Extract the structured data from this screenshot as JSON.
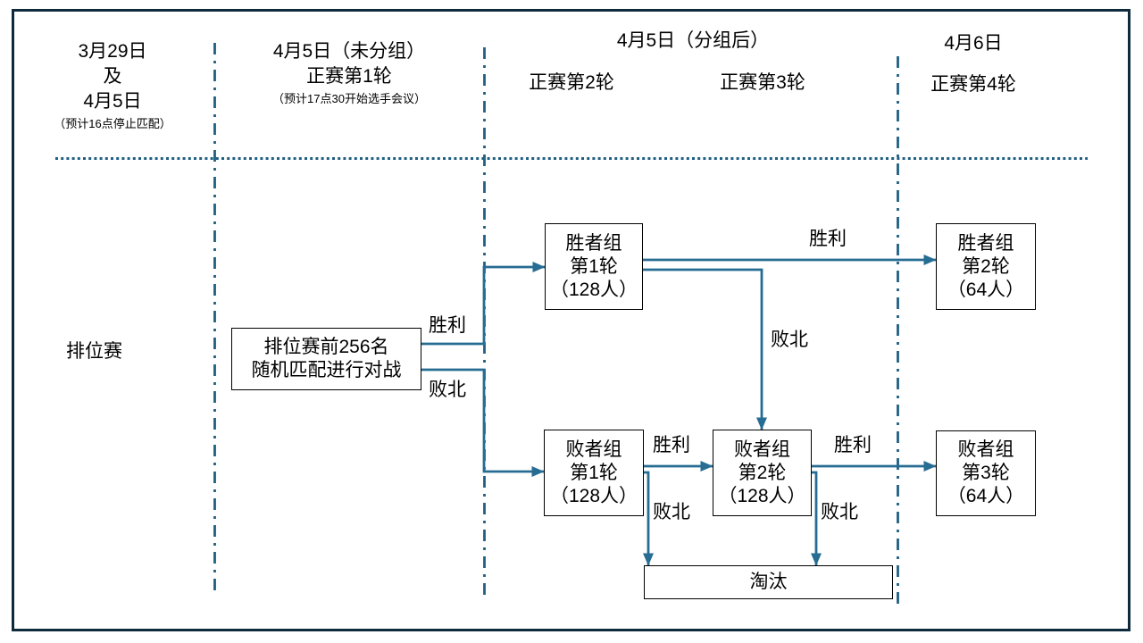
{
  "palette": {
    "frame_border": "#0E2A3D",
    "divider_line": "#1F5F82",
    "connector_line": "#266C93",
    "box_border": "#000000",
    "text": "#000000",
    "background": "#FFFFFF"
  },
  "header": {
    "col1": {
      "title": "3月29日\n及\n4月5日",
      "note": "（预计16点停止匹配）"
    },
    "col2": {
      "title": "4月5日（未分组）\n正赛第1轮",
      "note": "（预计17点30开始选手会议）"
    },
    "col3": {
      "title": "4月5日（分组后）",
      "sub_left": "正赛第2轮",
      "sub_right": "正赛第3轮"
    },
    "col4": {
      "title": "4月6日",
      "sub": "正赛第4轮"
    }
  },
  "lane_label": "排位赛",
  "boxes": {
    "qualifier": "排位赛前256名\n随机匹配进行对战",
    "winners_r1": "胜者组\n第1轮\n（128人）",
    "winners_r2": "胜者组\n第2轮\n（64人）",
    "losers_r1": "败者组\n第1轮\n（128人）",
    "losers_r2": "败者组\n第2轮\n（128人）",
    "losers_r3": "败者组\n第3轮\n（64人）",
    "eliminated": "淘汰"
  },
  "edge_labels": {
    "qualifier_win": "胜利",
    "qualifier_lose": "败北",
    "winners_r1_win": "胜利",
    "winners_r1_lose": "败北",
    "losers_r1_win": "胜利",
    "losers_r1_lose": "败北",
    "losers_r2_win": "胜利",
    "losers_r2_lose": "败北"
  }
}
